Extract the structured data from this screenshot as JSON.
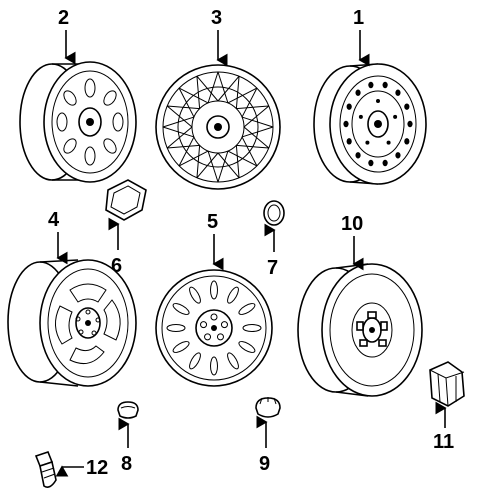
{
  "diagram": {
    "callouts": [
      {
        "id": "c2",
        "text": "2"
      },
      {
        "id": "c3",
        "text": "3"
      },
      {
        "id": "c1",
        "text": "1"
      },
      {
        "id": "c4",
        "text": "4"
      },
      {
        "id": "c6",
        "text": "6"
      },
      {
        "id": "c5",
        "text": "5"
      },
      {
        "id": "c7",
        "text": "7"
      },
      {
        "id": "c10",
        "text": "10"
      },
      {
        "id": "c8",
        "text": "8"
      },
      {
        "id": "c9",
        "text": "9"
      },
      {
        "id": "c11",
        "text": "11"
      },
      {
        "id": "c12",
        "text": "12"
      }
    ]
  }
}
